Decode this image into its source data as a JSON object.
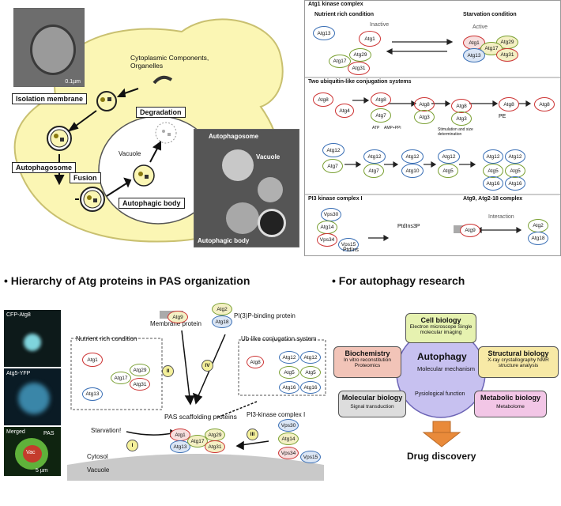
{
  "top_left": {
    "scale_bar": "0.1µm",
    "cytoplasmic_label": "Cytoplasmic Components, Organelles",
    "isolation_membrane": "Isolation membrane",
    "degradation": "Degradation",
    "vacuole": "Vacuole",
    "autophagosome": "Autophagosome",
    "fusion": "Fusion",
    "autophagic_body": "Autophagic body",
    "em_autophagosome": "Autophagosome",
    "em_vacuole": "Vacuole",
    "em_autophagic_body": "Autophagic body"
  },
  "top_right": {
    "atg1_title": "Atg1 kinase complex",
    "nutrient_rich": "Nutrient rich condition",
    "starvation": "Starvation condition",
    "inactive": "Inactive",
    "active": "Active",
    "ubl_title": "Two ubiquitin-like conjugation systems",
    "pi3k_title": "PI3 kinase complex I",
    "atg9_title": "Atg9, Atg2-18 complex",
    "ptdins3p": "PtdIns3P",
    "ptdins": "PtdIns",
    "interaction": "Interaction",
    "pe": "PE",
    "atp": "ATP",
    "amp_ppi": "AMP+PPi",
    "stim": "Stimulation and size determination",
    "ovals": {
      "atg13": "Atg13",
      "atg1": "Atg1",
      "atg29": "Atg29",
      "atg17": "Atg17",
      "atg31": "Atg31",
      "atg8": "Atg8",
      "atg4": "Atg4",
      "atg7": "Atg7",
      "atg3": "Atg3",
      "atg12": "Atg12",
      "atg10": "Atg10",
      "atg5": "Atg5",
      "atg16": "Atg16",
      "vps30": "Vps30",
      "atg14": "Atg14",
      "vps34": "Vps34",
      "vps15": "Vps15",
      "atg9": "Atg9",
      "atg2": "Atg2",
      "atg18": "Atg18"
    }
  },
  "bottom_left": {
    "heading": "• Hierarchy of Atg proteins in PAS organization",
    "cfp": "CFP-Atg8",
    "yfp": "Atg5-YFP",
    "merged": "Merged",
    "pas": "PAS",
    "vac": "Vac",
    "scale": "5 µm",
    "membrane_protein": "Membrane protein",
    "pi3p_binding": "PI(3)P-binding protein",
    "nutrient_rich": "Nutrient rich condition",
    "ub_like": "Ub-like conjugation system",
    "starvation": "Starvation!",
    "pas_scaffolding": "PAS scaffolding proteins",
    "pi3k": "PI3-kinase complex I",
    "cytosol": "Cytosol",
    "vacuole": "Vacuole",
    "roman": [
      "I",
      "II",
      "III",
      "IV"
    ]
  },
  "bottom_right": {
    "heading": "• For autophagy research",
    "cell_bio": "Cell biology",
    "cell_bio_sub": "Electron microscope Single molecular imaging",
    "biochem": "Biochemistry",
    "biochem_sub": "In vitro reconstitution Proteomics",
    "struct": "Structural biology",
    "struct_sub": "X-ray crystallography NMR structure analysis",
    "center": "Autophagy",
    "center_sub1": "Molecular mechanism",
    "center_sub2": "Pysiological function",
    "mol_bio": "Molecular biology",
    "mol_bio_sub": "Signal transduction",
    "metab": "Metabolic biology",
    "metab_sub": "Metabolome",
    "drug": "Drug discovery"
  },
  "colors": {
    "cytoplasm_yellow": "#fbf6b4",
    "red": "#cc3333",
    "blue": "#3a6fb5",
    "green": "#7aa033",
    "cell_green": "#e6f2b0",
    "biochem_red": "#f2c4b8",
    "struct_yellow": "#f7e9a6",
    "mol_gray": "#dddddd",
    "metab_pink": "#f2c6e6",
    "center_purple": "#c7c1f0",
    "arrow_orange": "#e98a3a"
  }
}
